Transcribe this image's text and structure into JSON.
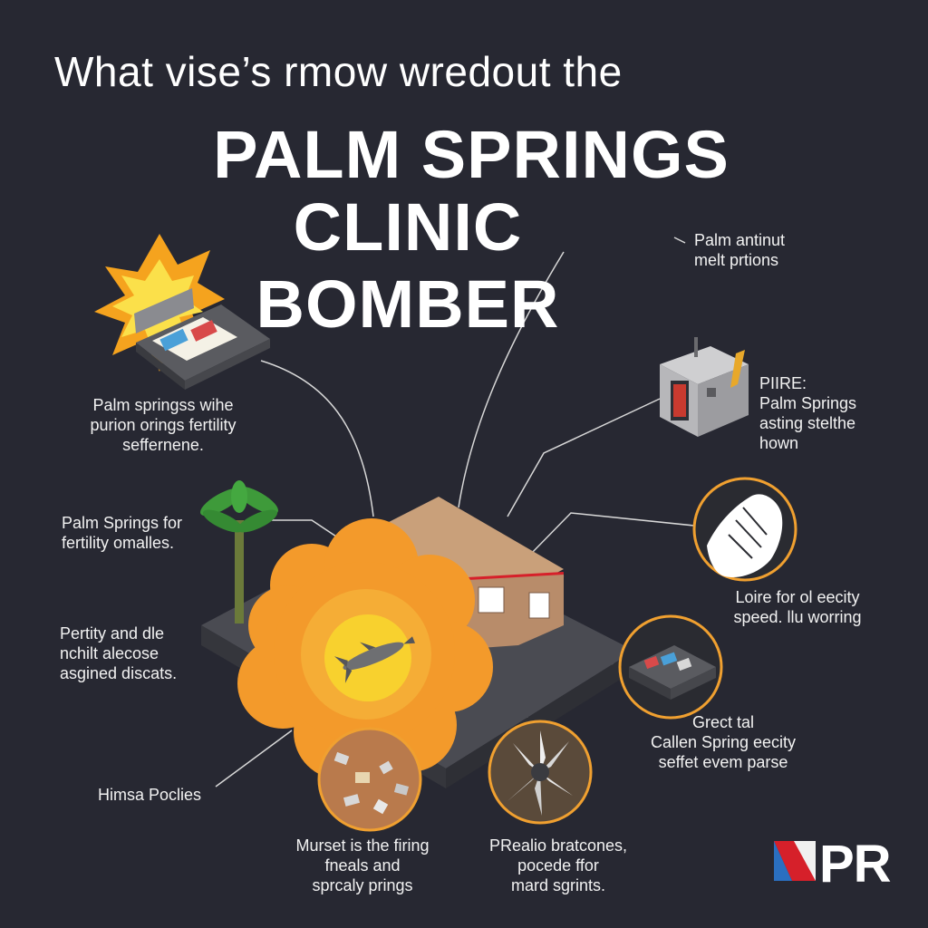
{
  "header": {
    "headline": "What vise’s rmow wredout the",
    "title_line1": "PALM SPRINGS",
    "title_line2": "CLINIC BOMBER"
  },
  "callouts": {
    "top_right": [
      "Palm antinut",
      "melt prtions"
    ],
    "upper_left": [
      "Palm springss wihe",
      "purion orings fertility",
      "seffernene."
    ],
    "right_building": [
      "PIIRE:",
      "Palm Springs",
      "asting stelthe",
      "hown"
    ],
    "left_palm": [
      "Palm Springs for",
      "fertility omalles."
    ],
    "left_mid": [
      "Pertity and dle",
      "nchilt alecose",
      "asgined discats."
    ],
    "right_hand": [
      "Loire for ol eecity",
      "speed. llu worring"
    ],
    "right_device": [
      "Grect tal",
      "Callen Spring eecity",
      "seffet evem parse"
    ],
    "left_bottom": [
      "Himsa Poclies"
    ],
    "bottom_center_left": [
      "Murset is the firing",
      "fneals and",
      "sprcaly prings"
    ],
    "bottom_center_right": [
      "PRealio bratcones,",
      "pocede ffor",
      "mard sgrints."
    ]
  },
  "logo": {
    "text": "PR"
  },
  "colors": {
    "background": "#272832",
    "explosion_orange": "#f39a2b",
    "explosion_yellow": "#f8d12e",
    "building_wall": "#b88c6a",
    "building_roof": "#c9a07a",
    "roof_trim": "#d6202a",
    "ground": "#4a4b52",
    "circle_ring": "#f0a030",
    "line": "#d8d8d8",
    "palm_green": "#3e9a3a"
  },
  "icons": [
    "explosion-icon",
    "bomb-device-icon",
    "generator-box-icon",
    "hand-icon",
    "electronic-device-icon",
    "debris-icon",
    "shrapnel-icon",
    "palm-tree-icon",
    "clinic-building-icon",
    "missile-icon"
  ]
}
